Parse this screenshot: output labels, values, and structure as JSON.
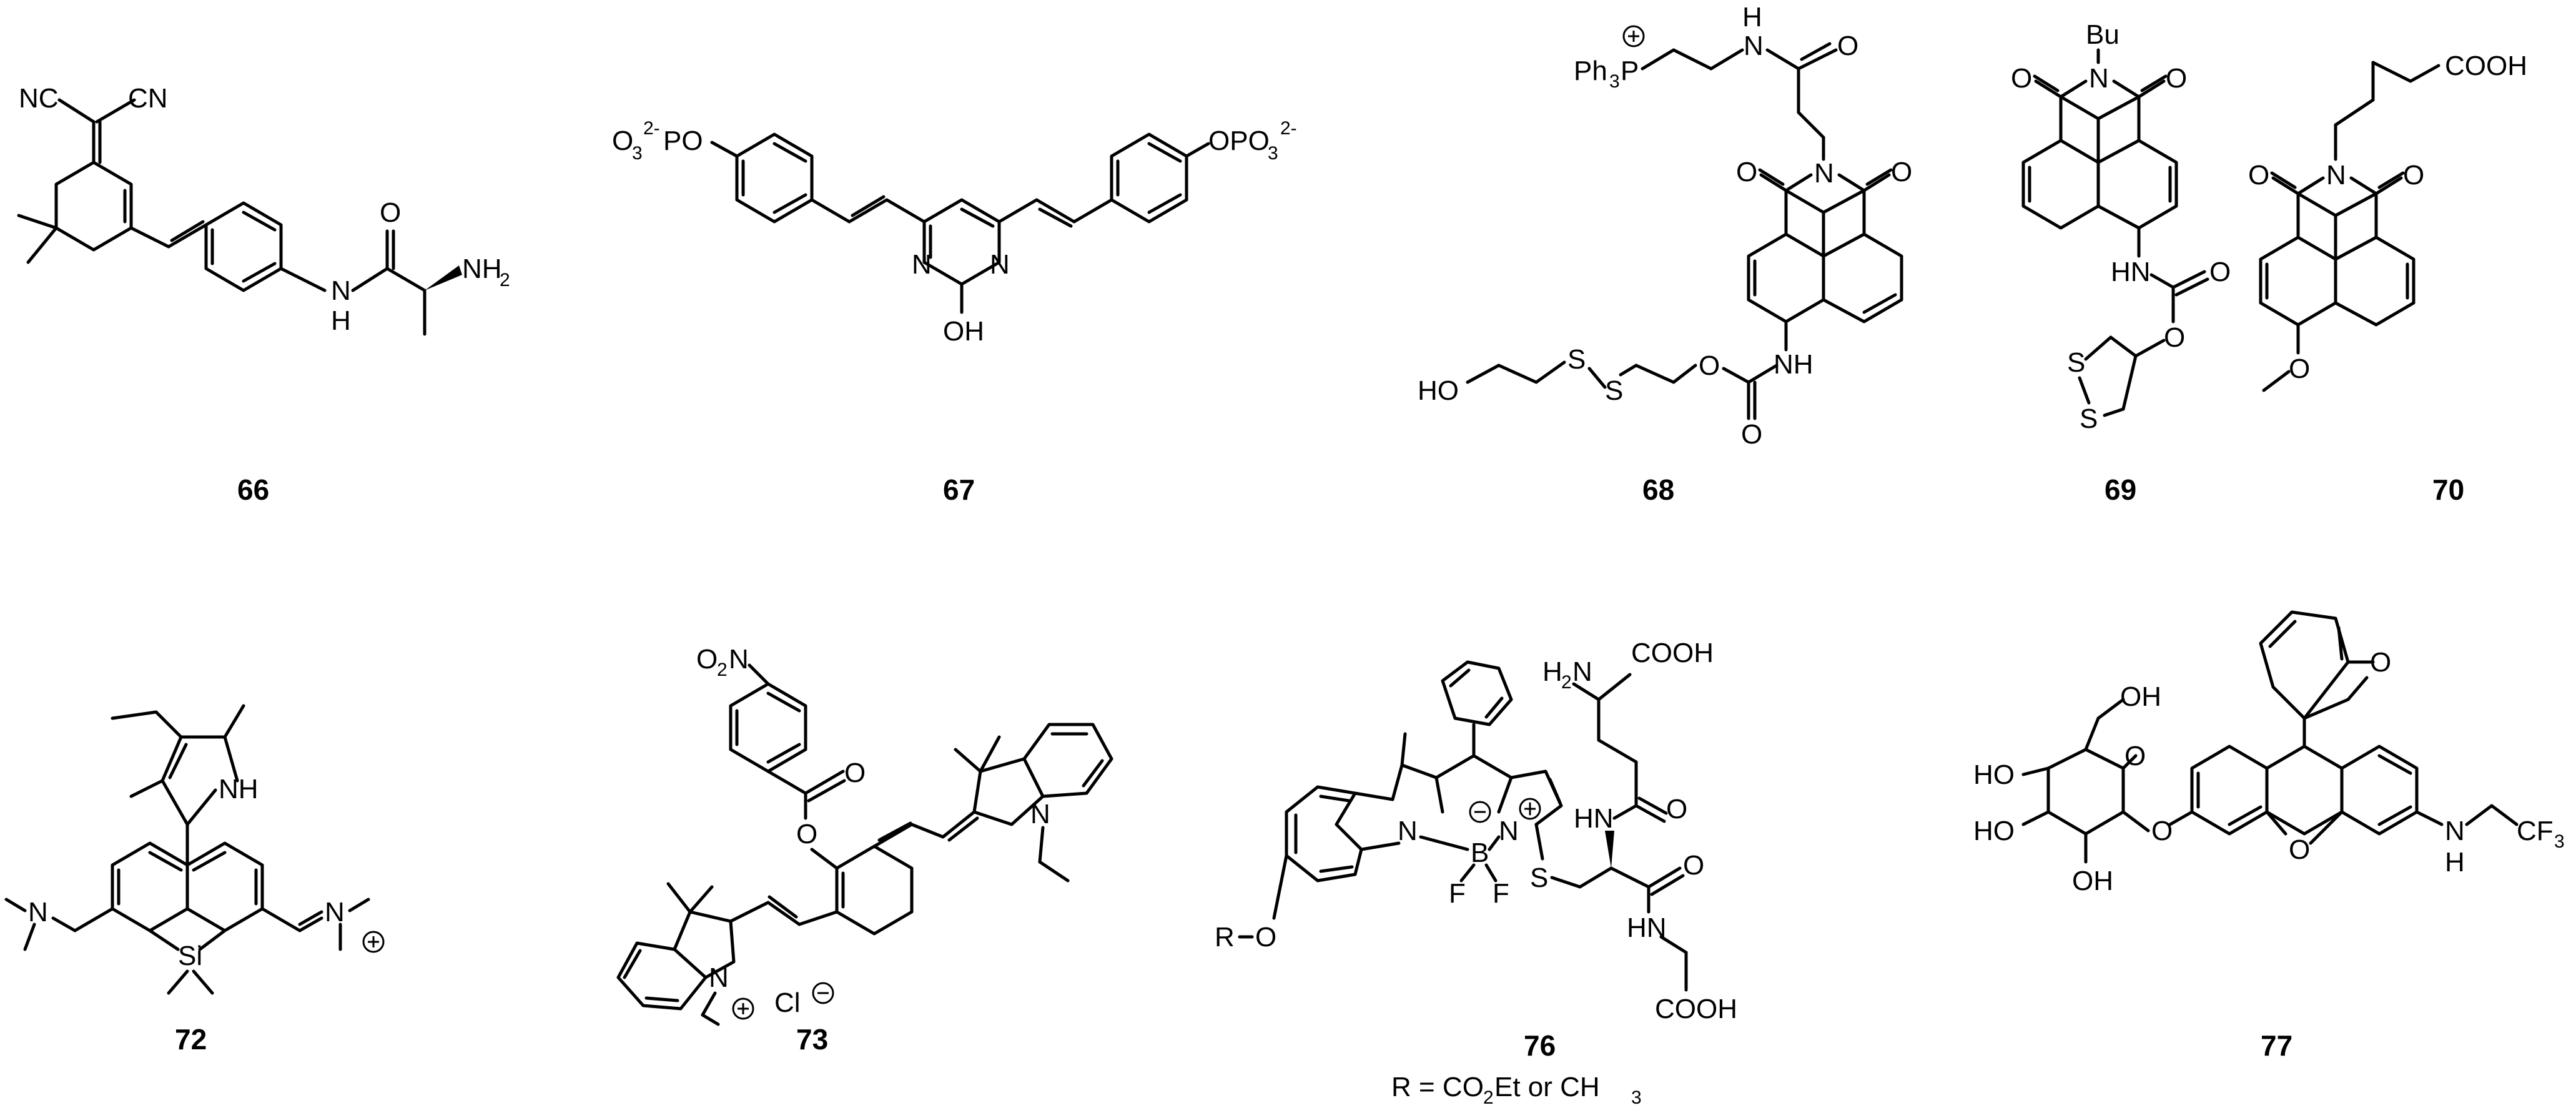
{
  "compounds": [
    {
      "number": "66",
      "labels": {
        "nc1": "NC",
        "nc2": "CN",
        "nh": "N",
        "h": "H",
        "o": "O",
        "nh2": "NH",
        "nh2_sub": "2"
      }
    },
    {
      "number": "67",
      "labels": {
        "left_group": "O",
        "left_sub": "3",
        "left_sup": "2-",
        "left_tail": "PO",
        "right_group": "OPO",
        "right_sub": "3",
        "right_sup": "2-",
        "n1": "N",
        "n2": "N",
        "oh": "OH"
      }
    },
    {
      "number": "68",
      "labels": {
        "ph3": "Ph",
        "ph3_sub": "3",
        "p": "P",
        "h": "H",
        "nh": "N",
        "o_amide": "O",
        "n_imide": "N",
        "o1": "O",
        "o2": "O",
        "nh_carb": "NH",
        "o_carb": "O",
        "o_ester": "O",
        "s1": "S",
        "s2": "S",
        "ho": "HO"
      }
    },
    {
      "number": "69",
      "labels": {
        "bu": "Bu",
        "n": "N",
        "o1": "O",
        "o2": "O",
        "hn": "HN",
        "o_carb": "O",
        "o_ester": "O",
        "s1": "S",
        "s2": "S"
      }
    },
    {
      "number": "70",
      "labels": {
        "cooh": "COOH",
        "n": "N",
        "o1": "O",
        "o2": "O",
        "o_me": "O"
      }
    },
    {
      "number": "72",
      "labels": {
        "nh": "NH",
        "n_left": "N",
        "n_right": "N",
        "si": "Si"
      }
    },
    {
      "number": "73",
      "labels": {
        "o2n": "O",
        "o2n_sub": "2",
        "o2n_n": "N",
        "o_ester": "O",
        "o_carbonyl": "O",
        "n1": "N",
        "n2": "N",
        "cl": "Cl"
      }
    },
    {
      "number": "76",
      "labels": {
        "h2n": "H",
        "h2n_sub": "2",
        "h2n_n": "N",
        "cooh1": "COOH",
        "hn1": "HN",
        "o1": "O",
        "n_left": "N",
        "b": "B",
        "n_right": "N",
        "f1": "F",
        "f2": "F",
        "s": "S",
        "o2": "O",
        "hn2": "HN",
        "cooh2": "COOH",
        "r": "R",
        "o_r": "O"
      },
      "note": "R = CO",
      "note_sub": "2",
      "note_tail": "Et or CH",
      "note_sub2": "3"
    },
    {
      "number": "77",
      "labels": {
        "oh_top": "OH",
        "ho1": "HO",
        "ho2": "HO",
        "oh_bot": "OH",
        "o_ring": "O",
        "o_link": "O",
        "o_xanth": "O",
        "o_lactone": "O",
        "n": "N",
        "h": "H",
        "cf3": "CF",
        "cf3_sub": "3"
      }
    }
  ]
}
